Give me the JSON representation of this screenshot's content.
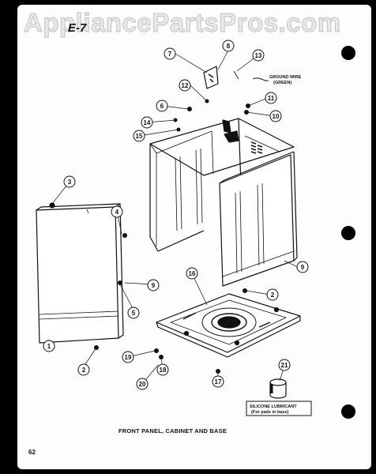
{
  "watermark": "AppliancePartsPros.com",
  "section_code": "E-7",
  "page_number": "62",
  "caption": "FRONT PANEL, CABINET AND BASE",
  "labels": {
    "ground_wire": "GROUND WIRE",
    "ground_wire_color": "(GREEN)",
    "lubricant": "SILICONE LUBRICANT",
    "lubricant_note": "(For pads in base)"
  },
  "callouts": [
    "1",
    "2",
    "3",
    "4",
    "5",
    "6",
    "7",
    "8",
    "9",
    "10",
    "11",
    "12",
    "13",
    "14",
    "15",
    "16",
    "17",
    "18",
    "19",
    "20",
    "21"
  ]
}
